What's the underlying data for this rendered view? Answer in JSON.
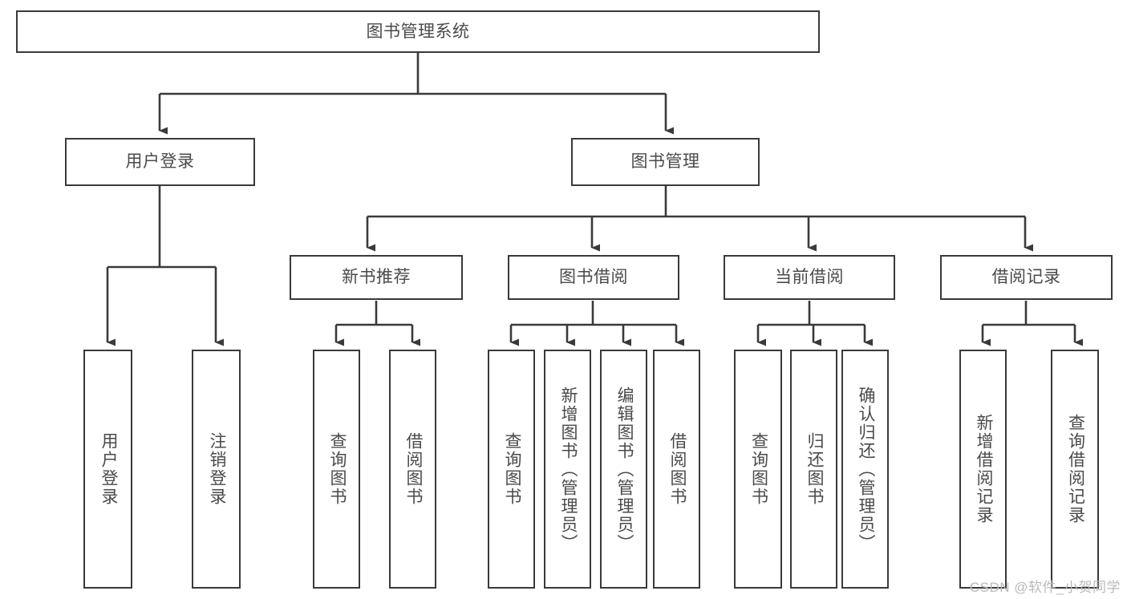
{
  "diagram": {
    "title_node": {
      "label": "图书管理系统"
    },
    "level1": [
      {
        "id": "user-login",
        "label": "用户登录"
      },
      {
        "id": "book-management",
        "label": "图书管理"
      }
    ],
    "level2": [
      {
        "id": "new-book-recommend",
        "label": "新书推荐"
      },
      {
        "id": "book-borrow",
        "label": "图书借阅"
      },
      {
        "id": "current-borrow",
        "label": "当前借阅"
      },
      {
        "id": "borrow-record",
        "label": "借阅记录"
      }
    ],
    "leaves": {
      "user_login": [
        {
          "id": "leaf-user-login",
          "label": "用户登录"
        },
        {
          "id": "leaf-logout-login",
          "label": "注销登录"
        }
      ],
      "new_book_recommend": [
        {
          "id": "leaf-query-book-1",
          "label": "查询图书"
        },
        {
          "id": "leaf-borrow-book-1",
          "label": "借阅图书"
        }
      ],
      "book_borrow": [
        {
          "id": "leaf-query-book-2",
          "label": "查询图书"
        },
        {
          "id": "leaf-add-book",
          "label": "新增图书（管理员）"
        },
        {
          "id": "leaf-edit-book",
          "label": "编辑图书（管理员）"
        },
        {
          "id": "leaf-borrow-book-2",
          "label": "借阅图书"
        }
      ],
      "current_borrow": [
        {
          "id": "leaf-query-book-3",
          "label": "查询图书"
        },
        {
          "id": "leaf-return-book",
          "label": "归还图书"
        },
        {
          "id": "leaf-confirm-return",
          "label": "确认归还（管理员）"
        }
      ],
      "borrow_record": [
        {
          "id": "leaf-add-record",
          "label": "新增借阅记录"
        },
        {
          "id": "leaf-query-record",
          "label": "查询借阅记录"
        }
      ]
    }
  },
  "watermark": {
    "text": "CSDN @软件_小贺同学"
  },
  "colors": {
    "border": "#3a3a3a",
    "text": "#4a4a4a",
    "background": "#ffffff",
    "watermark": "#b9b9b9"
  }
}
